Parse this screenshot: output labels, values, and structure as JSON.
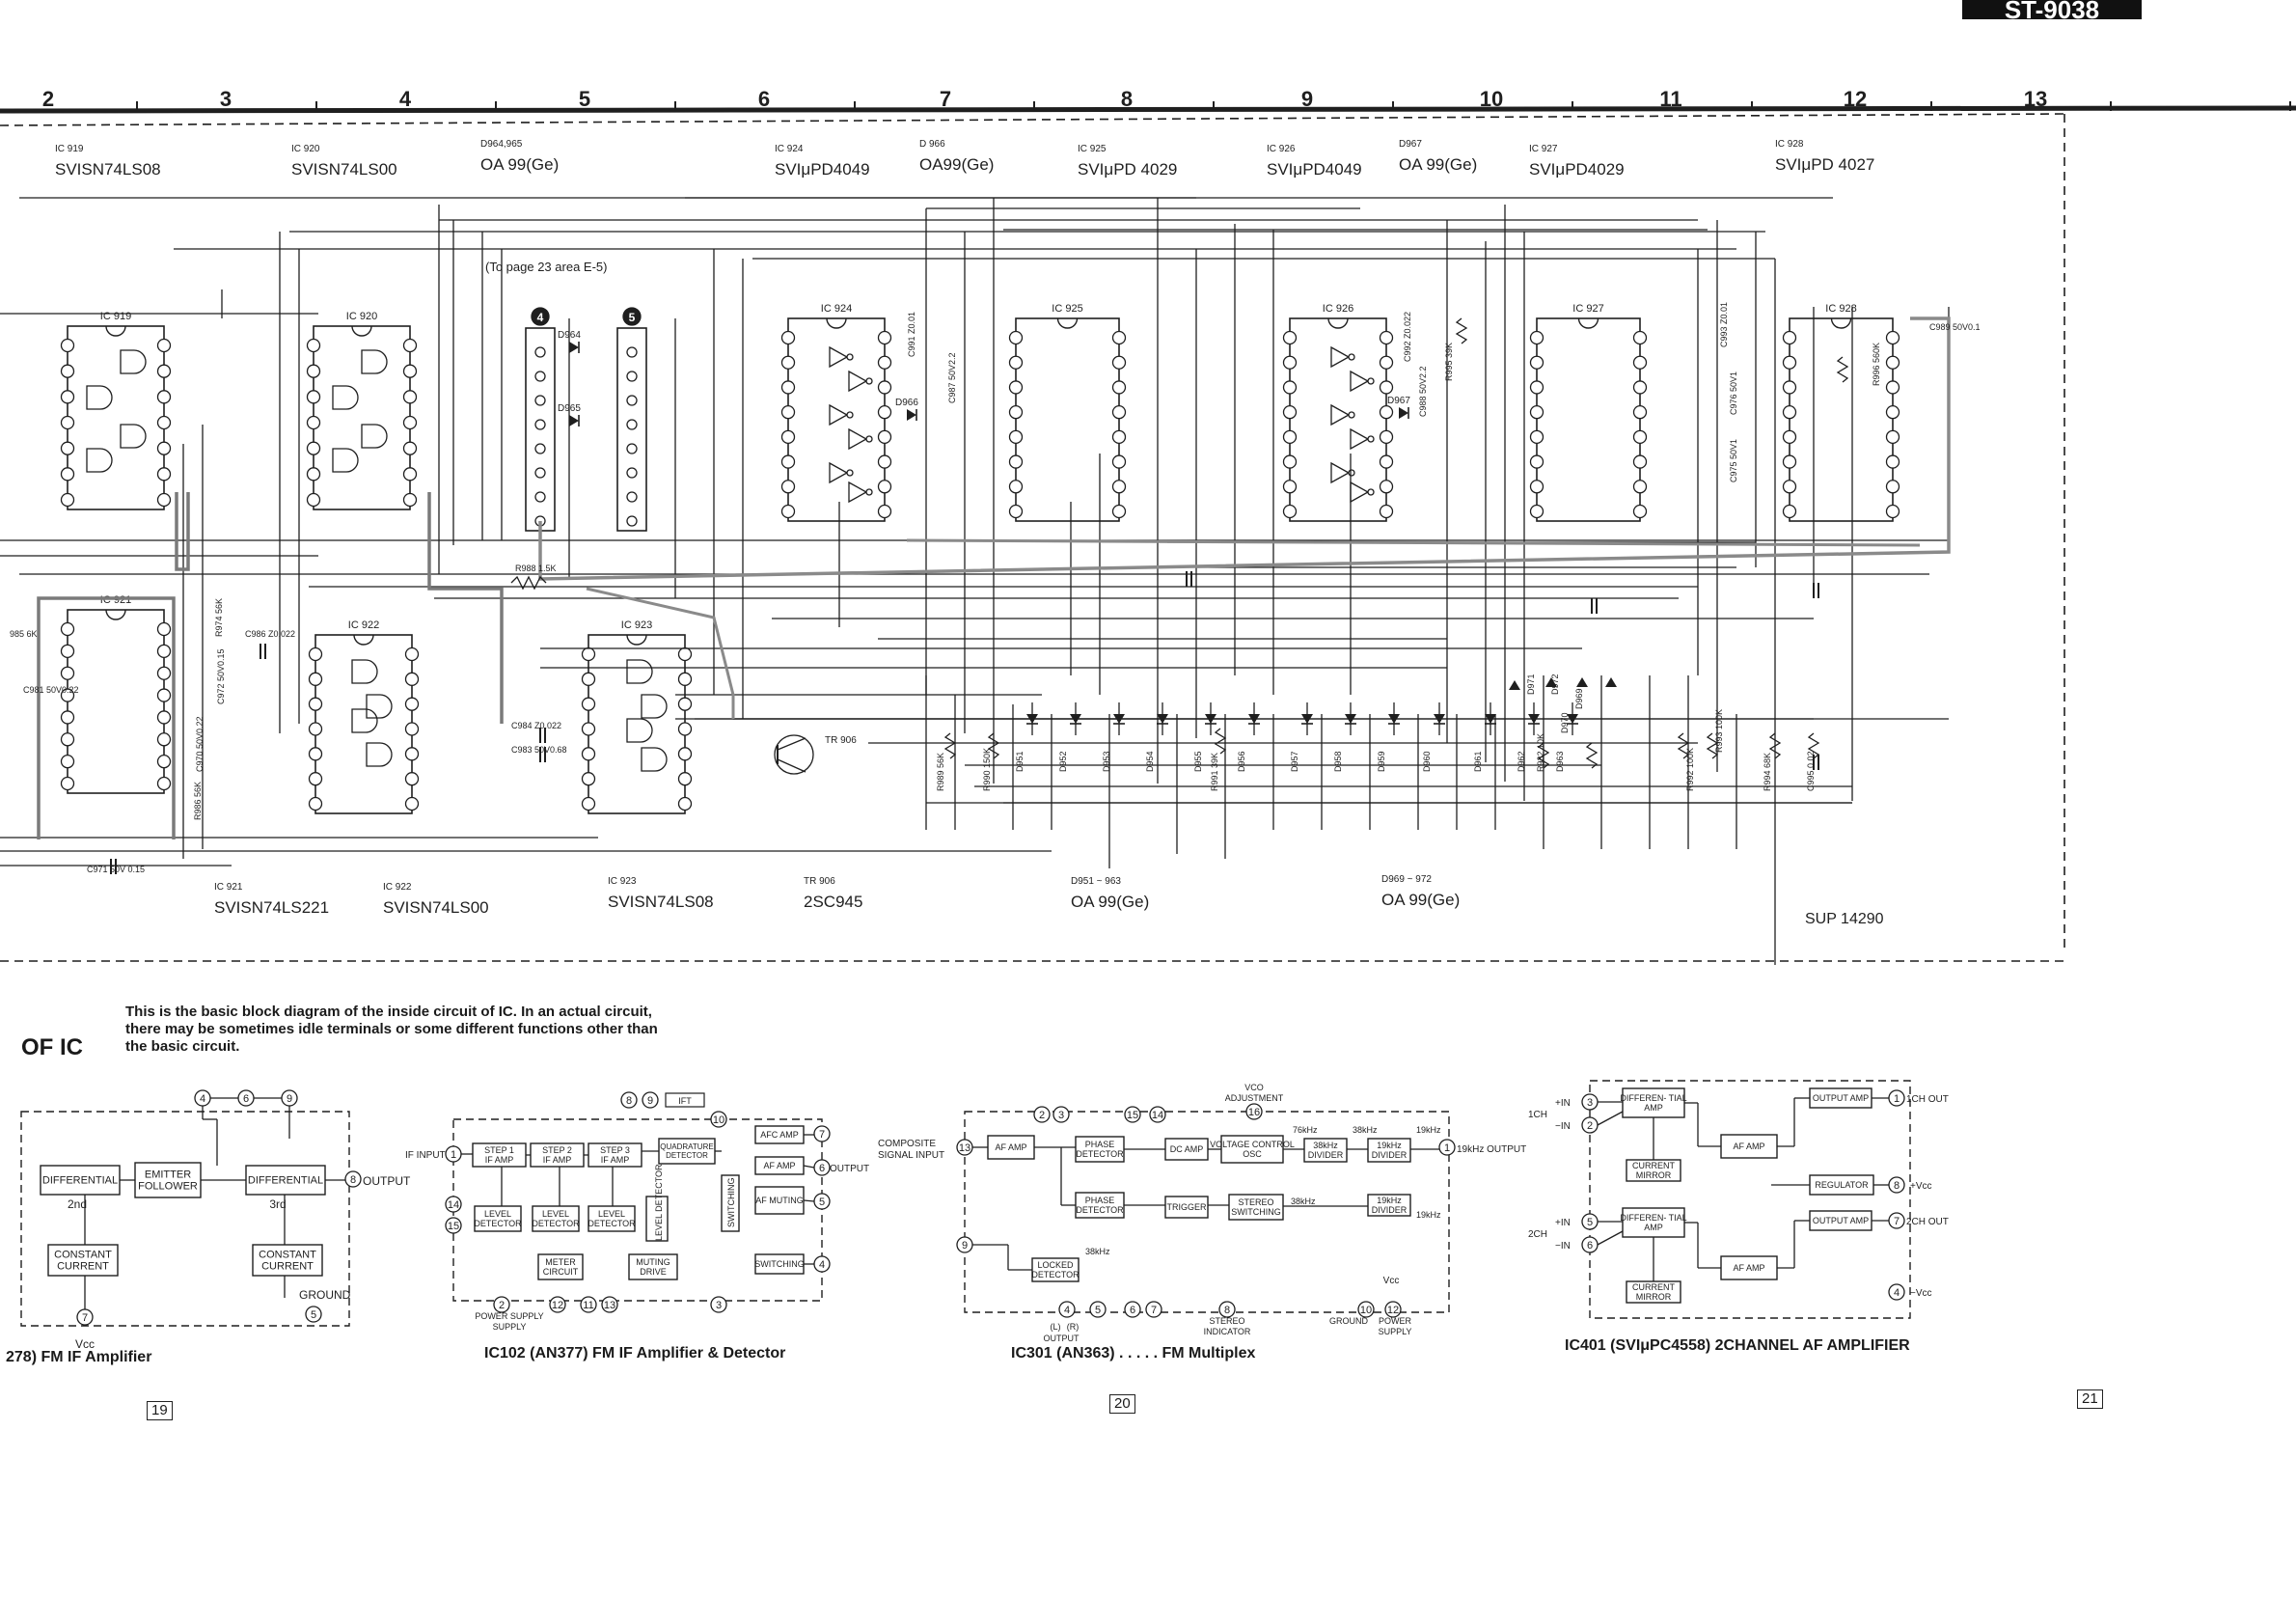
{
  "title_tab": "ST-9038",
  "ruler": [
    "2",
    "3",
    "4",
    "5",
    "6",
    "7",
    "8",
    "9",
    "10",
    "11",
    "12",
    "13"
  ],
  "top_parts": [
    {
      "ref": "IC 919",
      "part": "SVISN74LS08"
    },
    {
      "ref": "IC 920",
      "part": "SVISN74LS00"
    },
    {
      "ref": "D964,965",
      "part": "OA 99(Ge)"
    },
    {
      "ref": "IC 924",
      "part": "SVIμPD4049"
    },
    {
      "ref": "D 966",
      "part": "OA99(Ge)"
    },
    {
      "ref": "IC 925",
      "part": "SVIμPD 4029"
    },
    {
      "ref": "IC 926",
      "part": "SVIμPD4049"
    },
    {
      "ref": "D967",
      "part": "OA 99(Ge)"
    },
    {
      "ref": "IC 927",
      "part": "SVIμPD4029"
    },
    {
      "ref": "IC 928",
      "part": "SVIμPD 4027"
    }
  ],
  "bottom_parts": [
    {
      "ref": "IC 921",
      "part": "SVISN74LS221"
    },
    {
      "ref": "IC 922",
      "part": "SVISN74LS00"
    },
    {
      "ref": "IC 923",
      "part": "SVISN74LS08"
    },
    {
      "ref": "TR 906",
      "part": "2SC945"
    },
    {
      "ref": "D951 ~ 963",
      "part": "OA 99(Ge)"
    },
    {
      "ref": "D969 ~ 972",
      "part": "OA 99(Ge)"
    }
  ],
  "sup_code": "SUP 14290",
  "page_ref_note": "(To page 23 area E-5)",
  "ic_labels": [
    "IC 919",
    "IC 920",
    "IC 921",
    "IC 922",
    "IC 923",
    "IC 924",
    "IC 925",
    "IC 926",
    "IC 927",
    "IC 928"
  ],
  "connector_marks": [
    "4",
    "5"
  ],
  "component_labels": {
    "d964": "D964",
    "d965": "D965",
    "d966": "D966",
    "d967": "D967",
    "tr906": "TR 906",
    "r988": "R988 1.5K",
    "c984": "C984 Z0.022",
    "c983": "C983 50V0.68",
    "c986": "C986 Z0.022",
    "c971": "C971 50V 0.15",
    "c981": "C981 50V0.22",
    "c989": "C989 50V0.1",
    "r996": "R996 560K",
    "r995": "R995 39K",
    "c991": "C991 Z0.01",
    "c987": "C987 50V2.2",
    "c992": "C992 Z0.022",
    "c988": "C988 50V2.2",
    "c993": "C993 Z0.01",
    "c976": "C976 50V1",
    "c975": "C975 50V1",
    "r989": "R989 56K",
    "r990": "R990 150K",
    "r991": "R991 39K",
    "r992": "R992 100K",
    "r993": "R993 100K",
    "r994": "R994 68K",
    "c995": "C995 0.02",
    "r974": "R974 56K",
    "r985": "985 6K",
    "c972": "C972 50V0.15",
    "c970": "C970 50V0.22",
    "r986": "R986 56K",
    "d969": "D969",
    "d970": "D970",
    "d971": "D971",
    "d972": "D972",
    "r932": "R932 10K"
  },
  "diodes_bottom": [
    "D951",
    "D952",
    "D953",
    "D954",
    "D955",
    "D956",
    "D957",
    "D958",
    "D959",
    "D960",
    "D961",
    "D962",
    "D963"
  ],
  "note": "This is the basic block diagram of the inside circuit of IC.  In an actual circuit, there may be sometimes idle terminals or some different functions other than the basic circuit.",
  "section_title": "OF IC",
  "diagrams": [
    {
      "caption": "278)   FM IF  Amplifier",
      "blocks": [
        "DIFFERENTIAL",
        "EMITTER FOLLOWER",
        "DIFFERENTIAL",
        "CONSTANT CURRENT",
        "CONSTANT CURRENT"
      ],
      "labels": [
        "2nd",
        "3rd",
        "OUTPUT",
        "GROUND",
        "Vcc"
      ],
      "pins": [
        "4",
        "6",
        "9",
        "8",
        "7",
        "5"
      ]
    },
    {
      "caption": "IC102 (AN377)   FM IF  Amplifier & Detector",
      "blocks": [
        "STEP 1 IF AMP",
        "STEP 2 IF AMP",
        "STEP 3 IF AMP",
        "QUADRATURE DETECTOR",
        "AFC AMP",
        "AF AMP",
        "AF MUTING",
        "SWITCHING",
        "SWITCHING",
        "LEVEL DETECTOR",
        "LEVEL DETECTOR",
        "LEVEL DETECTOR",
        "LEVEL DETECTOR",
        "METER CIRCUIT",
        "MUTING DRIVE"
      ],
      "labels": [
        "IF INPUT",
        "OUTPUT",
        "POWER SUPPLY",
        "IFT"
      ],
      "pins": [
        "1",
        "14",
        "15",
        "8",
        "9",
        "10",
        "7",
        "6",
        "5",
        "4",
        "12",
        "11",
        "13",
        "2",
        "3"
      ]
    },
    {
      "caption": "IC301 (AN363) . . . . .  FM Multiplex",
      "blocks": [
        "AF AMP",
        "PHASE DETECTOR",
        "DC AMP",
        "VOLTAGE CONTROL OSC",
        "38kHz DIVIDER",
        "19kHz DIVIDER",
        "PHASE DETECTOR",
        "TRIGGER",
        "STEREO SWITCHING",
        "19kHz DIVIDER",
        "LOCKED DETECTOR"
      ],
      "labels": [
        "VCO ADJUSTMENT",
        "76kHz",
        "38kHz",
        "19kHz",
        "19kHz OUTPUT",
        "COMPOSITE SIGNAL INPUT",
        "38kHz",
        "38kHz",
        "19kHz",
        "(L)",
        "(R)",
        "OUTPUT",
        "STEREO INDICATOR",
        "GROUND",
        "Vcc",
        "POWER SUPPLY"
      ],
      "pins": [
        "2",
        "3",
        "15",
        "16",
        "14",
        "13",
        "1",
        "9",
        "4",
        "5",
        "6",
        "7",
        "8",
        "10",
        "12"
      ]
    },
    {
      "caption": "IC401 (SVIμPC4558) 2CHANNEL AF AMPLIFIER",
      "blocks": [
        "DIFFEREN- TIAL AMP",
        "AF AMP",
        "OUTPUT AMP",
        "CURRENT MIRROR",
        "REGULATOR",
        "DIFFEREN- TIAL AMP",
        "AF AMP",
        "OUTPUT AMP",
        "CURRENT MIRROR"
      ],
      "labels": [
        "1CH",
        "+IN",
        "−IN",
        "1CH OUT",
        "+Vcc",
        "2CH",
        "+IN",
        "−IN",
        "2CH OUT",
        "−Vcc"
      ],
      "pins": [
        "3",
        "2",
        "1",
        "8",
        "5",
        "6",
        "7",
        "4"
      ]
    }
  ],
  "page_numbers": [
    "19",
    "20",
    "21"
  ]
}
